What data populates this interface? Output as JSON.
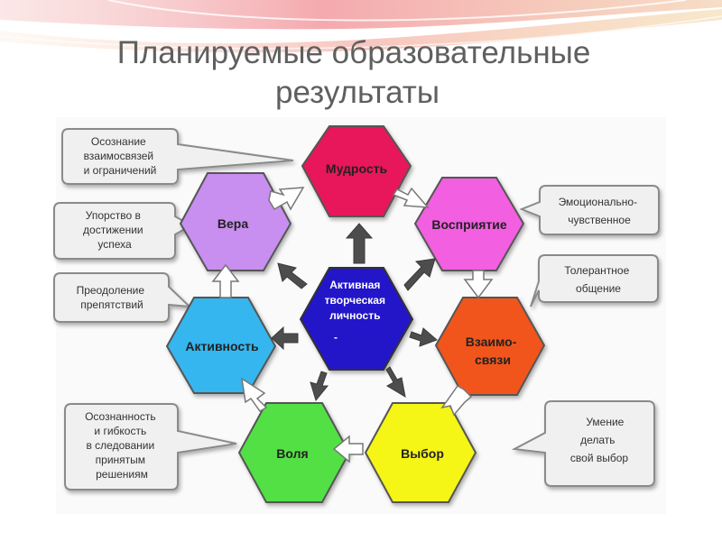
{
  "title": {
    "line1": "Планируемые образовательные",
    "line2": "результаты"
  },
  "hexagons": {
    "center": {
      "lines": [
        "Активная",
        "творческая",
        "личность",
        "-"
      ],
      "color": "#2414c8"
    },
    "wisdom": {
      "label": "Мудрость",
      "color": "#e8195a"
    },
    "perception": {
      "label": "Восприятие",
      "color": "#f25fe0"
    },
    "relations": {
      "lines": [
        "Взаимо-",
        "связи"
      ],
      "color": "#f2551f"
    },
    "choice": {
      "label": "Выбор",
      "color": "#f5f518"
    },
    "will": {
      "label": "Воля",
      "color": "#52e044"
    },
    "activity": {
      "label": "Активность",
      "color": "#35b6ee"
    },
    "faith": {
      "label": "Вера",
      "color": "#c88ef0"
    }
  },
  "callouts": {
    "awareness": [
      "Осознание",
      "взаимосвязей",
      "и ограничений"
    ],
    "persistence": [
      "Упорство в",
      "достижении",
      "успеха"
    ],
    "overcoming": [
      "Преодоление",
      "препятствий"
    ],
    "flexibility": [
      "Осознанность",
      "и гибкость",
      "в следовании",
      "принятым",
      "решениям"
    ],
    "emotional": [
      "Эмоционально-",
      "чувственное"
    ],
    "tolerant": [
      "Толерантное",
      "общение"
    ],
    "ability": [
      "Умение",
      "делать",
      "свой выбор"
    ]
  }
}
